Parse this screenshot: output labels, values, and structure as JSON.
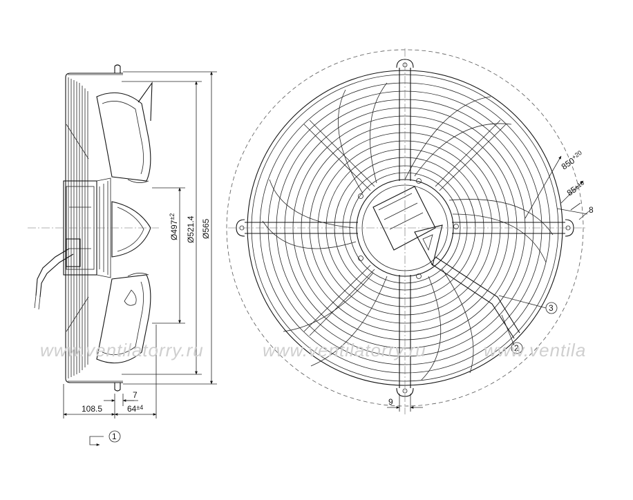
{
  "watermark": {
    "text_1": "www.ventilatorry.ru",
    "text_2": "www.ventilatorry.ru",
    "text_3": "www.ventila"
  },
  "side_view": {
    "diam_497": "Ø497",
    "diam_497_tol": "±2",
    "diam_521": "Ø521.4",
    "diam_565": "Ø565",
    "len_108": "108.5",
    "len_64": "64",
    "len_64_tol": "±4",
    "len_7": "7",
    "marker_1": "1"
  },
  "front_view": {
    "cable_len": "850",
    "cable_len_tol": "+20",
    "strip_len": "85",
    "strip_len_tol": "±10",
    "wire_len": "8",
    "hole_dim": "9",
    "marker_2": "2",
    "marker_3": "3"
  }
}
